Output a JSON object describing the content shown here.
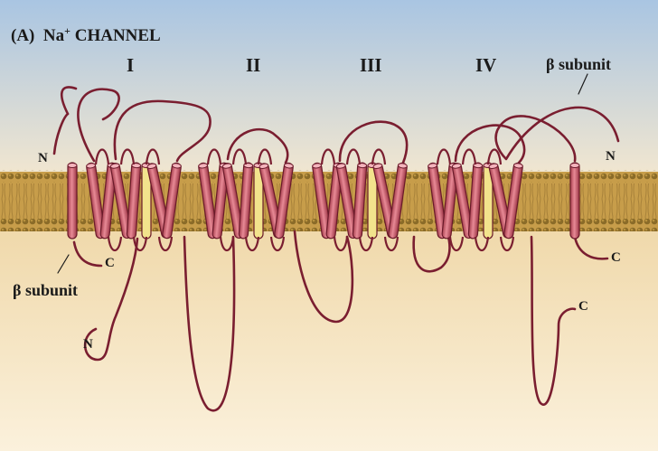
{
  "title": {
    "prefix": "(A)",
    "ion": "Na",
    "charge": "+",
    "name": "CHANNEL"
  },
  "domains": [
    "I",
    "II",
    "III",
    "IV"
  ],
  "terminals": {
    "alpha_n": "N",
    "alpha_c": "C",
    "beta_right_n": "N",
    "beta_right_c": "C",
    "beta_left_n": "N",
    "beta_left_c": "C"
  },
  "beta_labels": {
    "left": "β subunit",
    "right": "β subunit"
  },
  "colors": {
    "sky_top": "#a9c5e2",
    "sky_bottom": "#f1e6d0",
    "cytoplasm_top": "#f0d9ab",
    "cytoplasm_bottom": "#fbf1dc",
    "lipid_head": "#8a6b28",
    "lipid_core": "#c79d4a",
    "helix": "#d06474",
    "helix_stroke": "#6a1a2a",
    "pore_helix": "#f2e38c",
    "loop": "#7a1e30"
  }
}
